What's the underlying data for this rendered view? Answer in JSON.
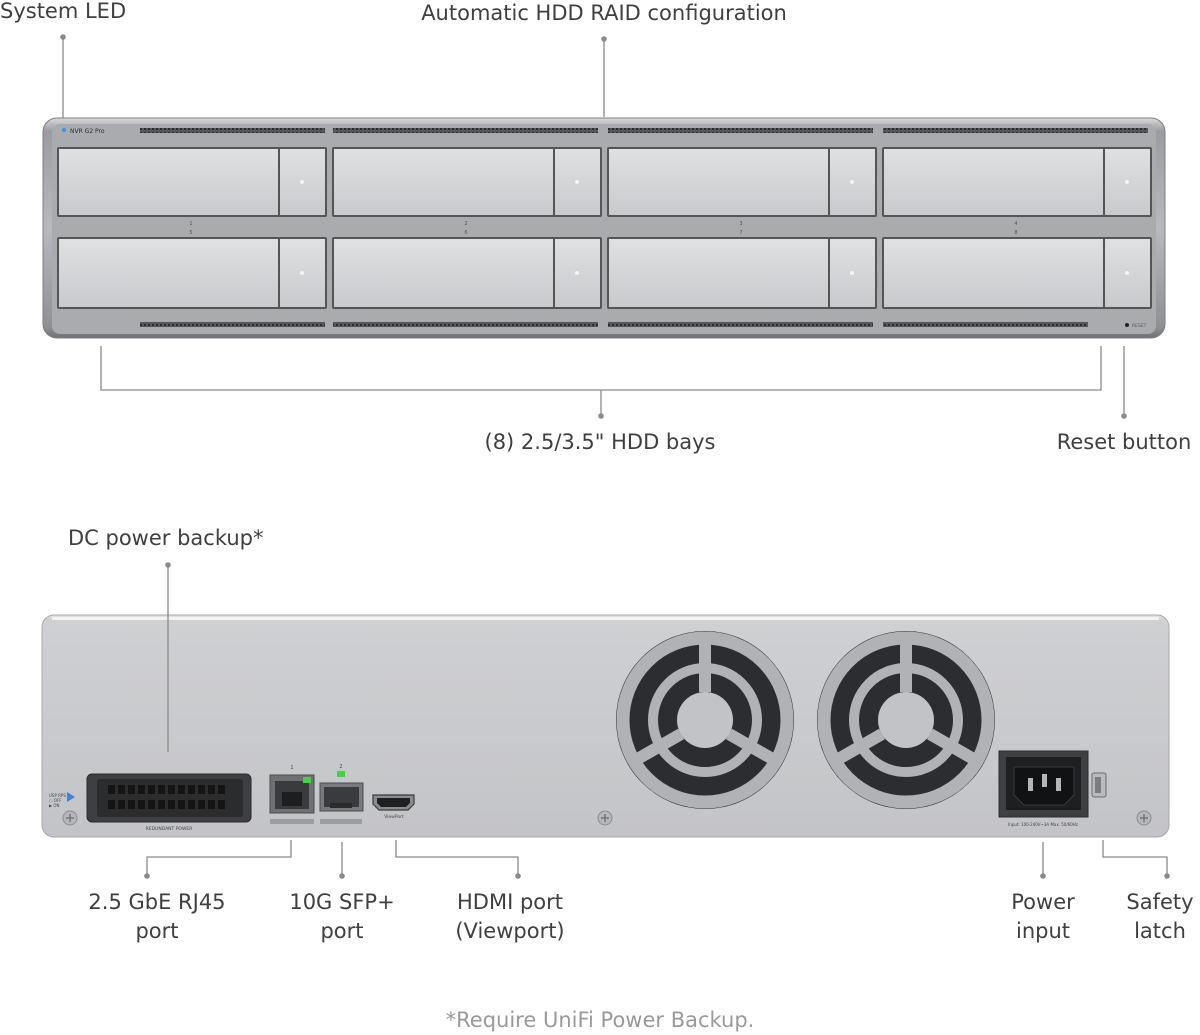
{
  "front": {
    "labels": {
      "system_led": "System LED",
      "raid": "Automatic HDD RAID configuration",
      "hdd_bays": "(8) 2.5/3.5\" HDD bays",
      "reset": "Reset button"
    },
    "device_name": "NVR G2 Pro",
    "bay_numbers_top": [
      "1",
      "2",
      "3",
      "4"
    ],
    "bay_numbers_bottom": [
      "5",
      "6",
      "7",
      "8"
    ],
    "reset_marking": "RESET"
  },
  "rear": {
    "labels": {
      "dc_power": "DC power backup*",
      "rj45_l1": "2.5 GbE RJ45",
      "rj45_l2": "port",
      "sfp_l1": "10G SFP+",
      "sfp_l2": "port",
      "hdmi_l1": "HDMI port",
      "hdmi_l2": "(Viewport)",
      "power_l1": "Power",
      "power_l2": "input",
      "latch_l1": "Safety",
      "latch_l2": "latch"
    },
    "redundant_power_label": "REDUNDANT POWER",
    "port1_number": "1",
    "port2_number": "2",
    "viewport_label": "ViewPort",
    "switch_labels": [
      "USP RPS",
      "○ OFF",
      "▶ ON"
    ],
    "power_spec": "Input: 100-240V~3A Max. 50/60Hz"
  },
  "footnote": "*Require UniFi Power Backup."
}
